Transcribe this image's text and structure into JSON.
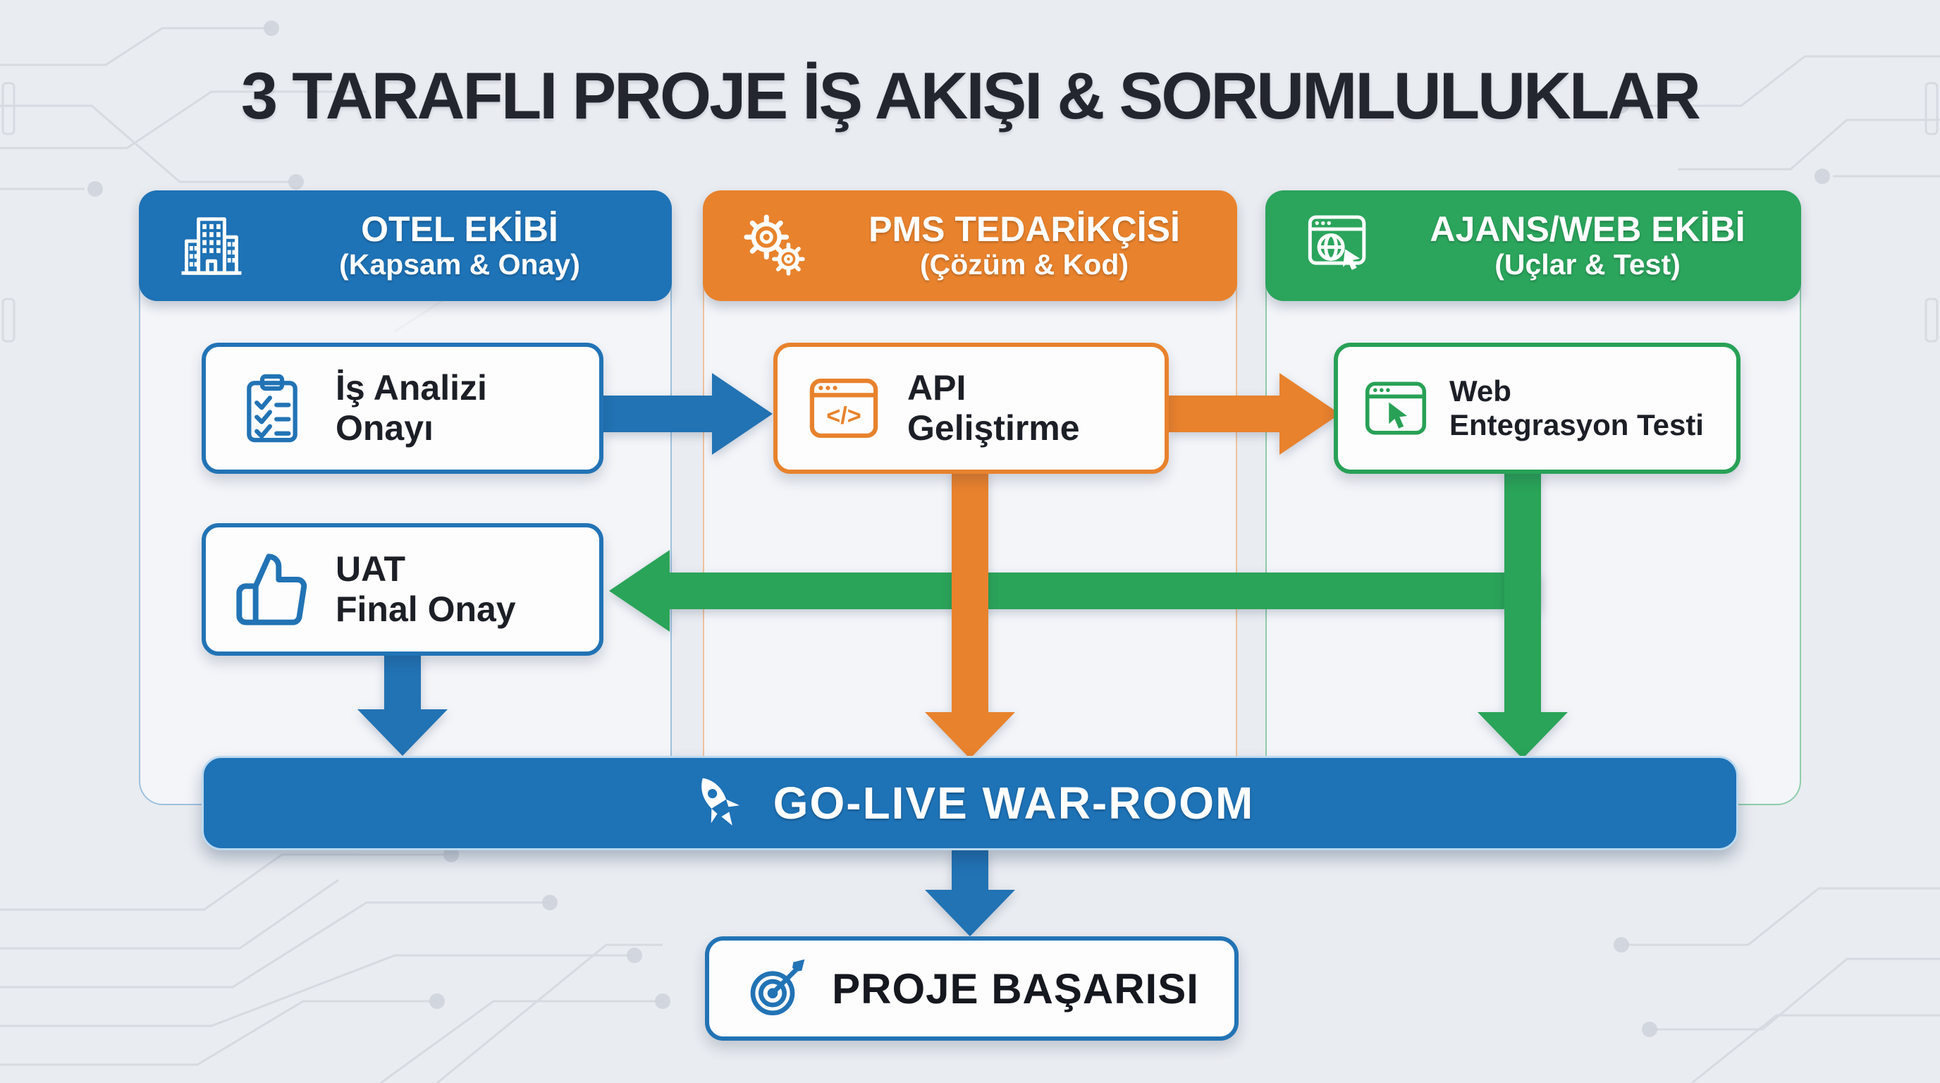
{
  "title": "3 TARAFLI PROJE İŞ AKIŞI & SORUMLULUKLAR",
  "colors": {
    "blue": "#1e72b6",
    "orange": "#e8822d",
    "green": "#2ba45c",
    "background": "#e9ecf1",
    "box_background": "#fdfdfe",
    "text_dark": "#1c1f26"
  },
  "columns": [
    {
      "title": "OTEL EKİBİ",
      "subtitle": "(Kapsam & Onay)",
      "icon": "building-icon",
      "color": "#1e72b6"
    },
    {
      "title": "PMS TEDARİKÇİSİ",
      "subtitle": "(Çözüm & Kod)",
      "icon": "gears-icon",
      "color": "#e8822d"
    },
    {
      "title": "AJANS/WEB EKİBİ",
      "subtitle": "(Uçlar & Test)",
      "icon": "globe-browser-icon",
      "color": "#2ba45c"
    }
  ],
  "steps": [
    {
      "line1": "İş Analizi",
      "line2": "Onayı",
      "icon": "checklist-icon",
      "color": "#2273b5"
    },
    {
      "line1": "API",
      "line2": "Geliştirme",
      "icon": "code-window-icon",
      "color": "#e8822d"
    },
    {
      "line1": "Web",
      "line2": "Entegrasyon Testi",
      "icon": "cursor-window-icon",
      "color": "#28a156"
    },
    {
      "line1": "UAT",
      "line2": "Final Onay",
      "icon": "thumbs-up-icon",
      "color": "#2273b5"
    }
  ],
  "banner": {
    "label": "GO-LIVE WAR-ROOM",
    "icon": "rocket-icon",
    "color": "#1e72b6"
  },
  "result": {
    "label": "PROJE BAŞARISI",
    "icon": "target-icon"
  },
  "arrows": [
    {
      "from": "İş Analizi Onayı",
      "to": "API Geliştirme",
      "color": "#2273b4",
      "direction": "right"
    },
    {
      "from": "API Geliştirme",
      "to": "Web Entegrasyon Testi",
      "color": "#e8822d",
      "direction": "right"
    },
    {
      "from": "Web Entegrasyon Testi",
      "to": "UAT Final Onay",
      "color": "#2aa458",
      "direction": "left"
    },
    {
      "from": "API Geliştirme",
      "to": "GO-LIVE WAR-ROOM",
      "color": "#e8822d",
      "direction": "down"
    },
    {
      "from": "Web Entegrasyon Testi",
      "to": "GO-LIVE WAR-ROOM",
      "color": "#2aa458",
      "direction": "down"
    },
    {
      "from": "UAT Final Onay",
      "to": "GO-LIVE WAR-ROOM",
      "color": "#2273b4",
      "direction": "down"
    },
    {
      "from": "GO-LIVE WAR-ROOM",
      "to": "PROJE BAŞARISI",
      "color": "#2273b4",
      "direction": "down"
    }
  ]
}
